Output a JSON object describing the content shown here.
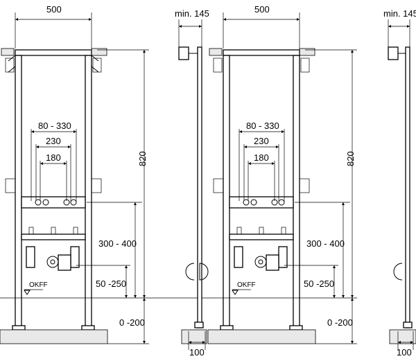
{
  "labels": {
    "width": "500",
    "offset_min": "min. 145",
    "range_outer": "80 - 330",
    "spacing_mid": "230",
    "spacing_inner": "180",
    "height_total": "820",
    "range_mid": "300 - 400",
    "range_low": "50 -250",
    "range_floor": "0 -200",
    "depth": "100",
    "floor_ref": "OKFF"
  },
  "colors": {
    "line": "#000000",
    "floor": "#e9e9e9",
    "background": "#ffffff"
  }
}
